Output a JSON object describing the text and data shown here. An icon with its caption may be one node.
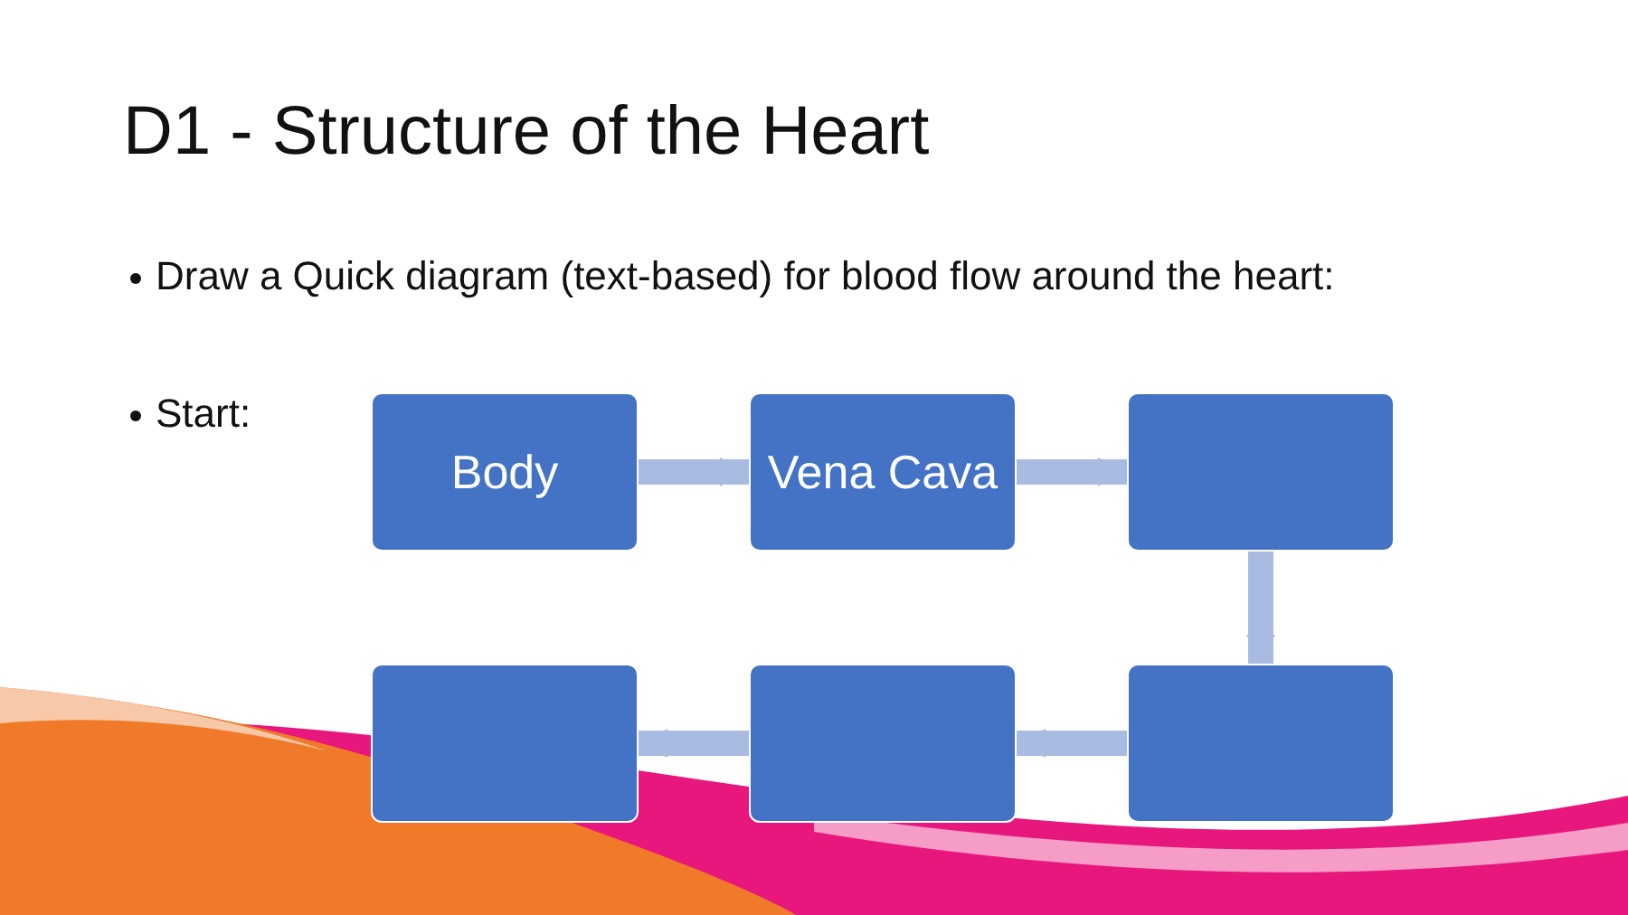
{
  "diagram": {
    "title": "D1 - Structure of the Heart",
    "nodes": [
      {
        "text": [
          "Body"
        ]
      },
      {
        "text": [
          "Vena Cava"
        ]
      },
      {
        "text": [],
        "shape": "box"
      },
      {
        "text": [],
        "shape": "box"
      },
      {
        "text": [],
        "shape": "box"
      },
      {
        "text": [],
        "shape": "box"
      }
    ],
    "edges": [
      {
        "from": 0,
        "to": 1,
        "arrow": "to"
      },
      {
        "from": 1,
        "to": 2,
        "arrow": "to"
      },
      {
        "from": 2,
        "to": 3,
        "arrow": "to"
      },
      {
        "from": 3,
        "to": 4,
        "arrow": "to"
      },
      {
        "from": 4,
        "to": 5,
        "arrow": "to"
      }
    ],
    "labels": [
      "Draw a Quick diagram (text-based) for blood flow around the heart:",
      "Start:"
    ]
  }
}
